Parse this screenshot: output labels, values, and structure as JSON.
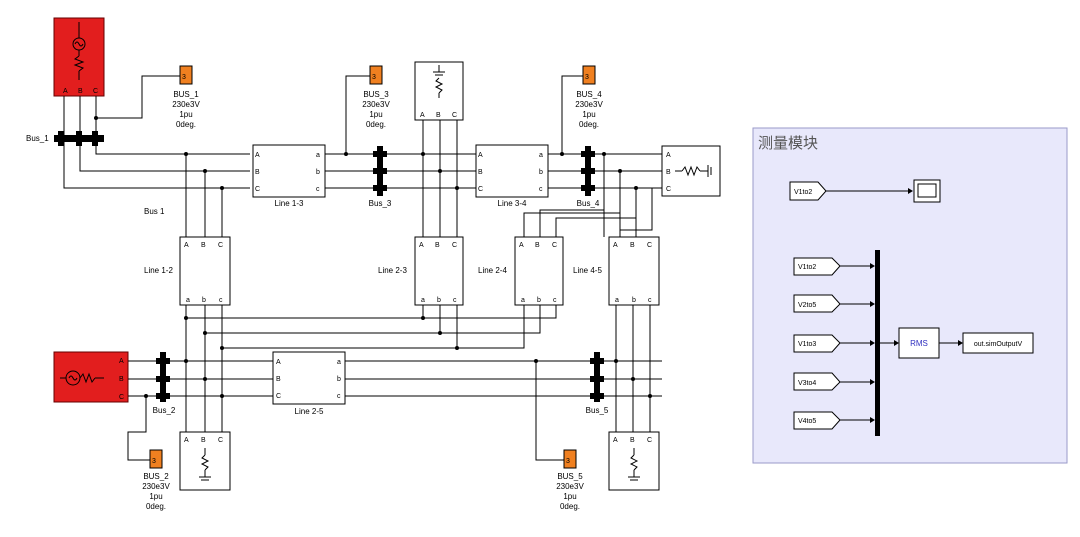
{
  "colors": {
    "source_red": "#e21e1e",
    "label_block_orange": "#f08020",
    "meas_panel_bg": "#e8e8fb",
    "meas_panel_border": "#9a9ac8",
    "rms_text": "#3030c0"
  },
  "blocks": {
    "bus1_label": "Bus_1",
    "bus2_label": "Bus_2",
    "bus3_label": "Bus_3",
    "bus4_label": "Bus_4",
    "bus5_label": "Bus_5",
    "bus1_note": "Bus 1",
    "line13": "Line 1-3",
    "line34": "Line 3-4",
    "line12": "Line 1-2",
    "line23": "Line 2-3",
    "line24": "Line 2-4",
    "line45": "Line 4-5",
    "line25": "Line 2-5"
  },
  "port_letters": {
    "A": "A",
    "B": "B",
    "C": "C",
    "a": "a",
    "b": "b",
    "c": "c"
  },
  "bus_info": {
    "bus1": [
      "BUS_1",
      "230e3V",
      "1pu",
      "0deg."
    ],
    "bus3": [
      "BUS_3",
      "230e3V",
      "1pu",
      "0deg."
    ],
    "bus4": [
      "BUS_4",
      "230e3V",
      "1pu",
      "0deg."
    ],
    "bus2": [
      "BUS_2",
      "230e3V",
      "1pu",
      "0deg."
    ],
    "bus5": [
      "BUS_5",
      "230e3V",
      "1pu",
      "0deg."
    ],
    "tag_number": "3"
  },
  "measurement": {
    "title": "测量模块",
    "goto_v1to2": "V1to2",
    "from_tags": [
      "V1to2",
      "V2to5",
      "V1to3",
      "V3to4",
      "V4to5"
    ],
    "rms": "RMS",
    "output": "out.simOutputV"
  },
  "icons": [
    "scope-icon",
    "ac-source-icon",
    "rlc-load-icon",
    "ground-icon",
    "mux-bar"
  ]
}
